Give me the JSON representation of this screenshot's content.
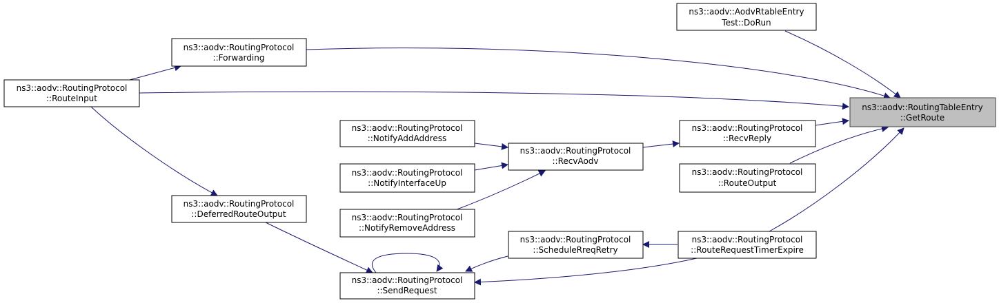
{
  "nodes": [
    {
      "id": "getroute",
      "lines": [
        "ns3::aodv::RoutingTableEntry",
        "::GetRoute"
      ]
    },
    {
      "id": "aodvrtable",
      "lines": [
        "ns3::aodv::AodvRtableEntry",
        "Test::DoRun"
      ]
    },
    {
      "id": "forwarding",
      "lines": [
        "ns3::aodv::RoutingProtocol",
        "::Forwarding"
      ]
    },
    {
      "id": "routeinput",
      "lines": [
        "ns3::aodv::RoutingProtocol",
        "::RouteInput"
      ]
    },
    {
      "id": "recvreply",
      "lines": [
        "ns3::aodv::RoutingProtocol",
        "::RecvReply"
      ]
    },
    {
      "id": "recvaodv",
      "lines": [
        "ns3::aodv::RoutingProtocol",
        "::RecvAodv"
      ]
    },
    {
      "id": "notifyadd",
      "lines": [
        "ns3::aodv::RoutingProtocol",
        "::NotifyAddAddress"
      ]
    },
    {
      "id": "notifyup",
      "lines": [
        "ns3::aodv::RoutingProtocol",
        "::NotifyInterfaceUp"
      ]
    },
    {
      "id": "notifyremove",
      "lines": [
        "ns3::aodv::RoutingProtocol",
        "::NotifyRemoveAddress"
      ]
    },
    {
      "id": "routeoutput",
      "lines": [
        "ns3::aodv::RoutingProtocol",
        "::RouteOutput"
      ]
    },
    {
      "id": "deferred",
      "lines": [
        "ns3::aodv::RoutingProtocol",
        "::DeferredRouteOutput"
      ]
    },
    {
      "id": "schedulerreq",
      "lines": [
        "ns3::aodv::RoutingProtocol",
        "::ScheduleRreqRetry"
      ]
    },
    {
      "id": "rrtimer",
      "lines": [
        "ns3::aodv::RoutingProtocol",
        "::RouteRequestTimerExpire"
      ]
    },
    {
      "id": "sendrequest",
      "lines": [
        "ns3::aodv::RoutingProtocol",
        "::SendRequest"
      ]
    }
  ],
  "edges": [
    {
      "from": "aodvrtable",
      "to": "getroute"
    },
    {
      "from": "forwarding",
      "to": "getroute"
    },
    {
      "from": "routeinput",
      "to": "getroute"
    },
    {
      "from": "routeinput",
      "to": "forwarding"
    },
    {
      "from": "routeinput",
      "to": "deferred"
    },
    {
      "from": "recvreply",
      "to": "getroute"
    },
    {
      "from": "routeoutput",
      "to": "getroute"
    },
    {
      "from": "rrtimer",
      "to": "getroute"
    },
    {
      "from": "recvaodv",
      "to": "recvreply"
    },
    {
      "from": "notifyadd",
      "to": "recvaodv"
    },
    {
      "from": "notifyup",
      "to": "recvaodv"
    },
    {
      "from": "notifyremove",
      "to": "recvaodv"
    },
    {
      "from": "rrtimer",
      "to": "schedulerreq"
    },
    {
      "from": "rrtimer",
      "to": "sendrequest"
    },
    {
      "from": "schedulerreq",
      "to": "sendrequest"
    },
    {
      "from": "deferred",
      "to": "sendrequest"
    },
    {
      "from": "sendrequest",
      "to": "sendrequest"
    }
  ],
  "colors": {
    "edge": "#191970",
    "target_fill": "#bfbfbf",
    "node_border": "#000000"
  }
}
